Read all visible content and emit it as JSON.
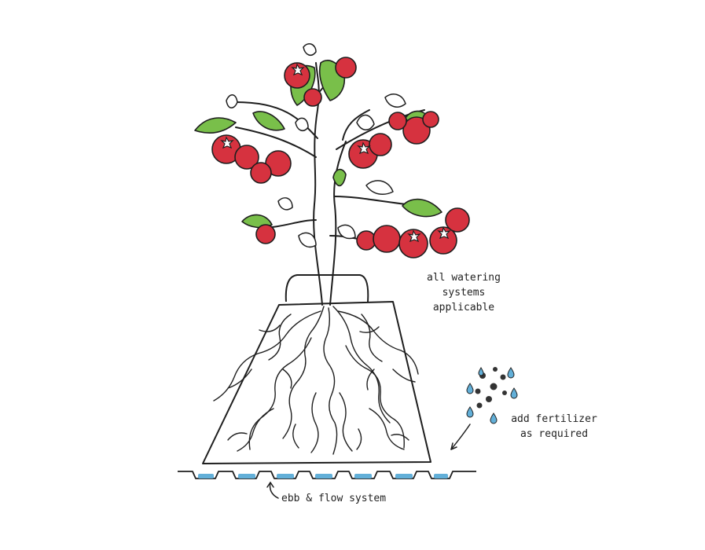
{
  "annotations": {
    "watering_line1": "all watering systems",
    "watering_line2": "applicable",
    "fertilizer_line1": "add fertilizer",
    "fertilizer_line2": "as required",
    "ebb_flow": "ebb & flow system"
  },
  "colors": {
    "ink": "#1e1e1e",
    "tomato": "#d6323f",
    "leaf": "#79bf4a",
    "water": "#62afd8",
    "fertilizer": "#333333",
    "background": "#ffffff"
  },
  "icons": [
    "tomato-plant",
    "root-ball",
    "water-drop-icon",
    "fertilizer-granule-icon",
    "ebb-flow-tray",
    "curved-arrow-icon"
  ]
}
